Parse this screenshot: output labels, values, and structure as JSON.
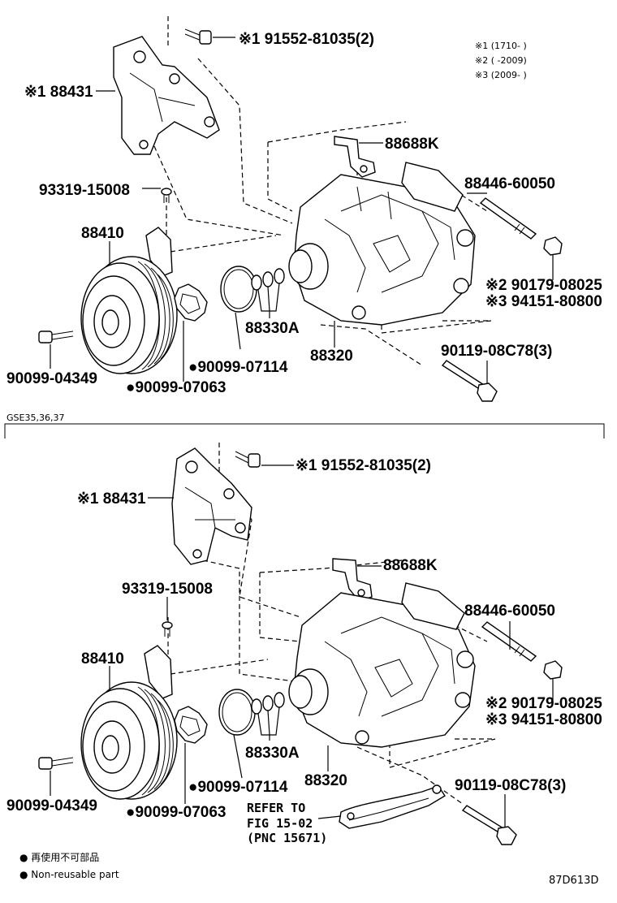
{
  "notes": {
    "note1": "※1 (1710-      )",
    "note2": "※2 (        -2009)",
    "note3": "※3 (2009-       )"
  },
  "variant_label": "GSE35,36,37",
  "top": {
    "bolt_bracket": "※1 91552-81035(2)",
    "bracket": "※1 88431",
    "plate": "88688K",
    "stud": "88446-60050",
    "screw": "93319-15008",
    "clutch": "88410",
    "nut2": "※2 90179-08025",
    "nut3": "※3 94151-80800",
    "washers": "88330A",
    "compressor": "88320",
    "snap_ring1": "●90099-07114",
    "snap_ring2": "●90099-07063",
    "bolt_main": "90119-08C78(3)",
    "bolt_clutch": "90099-04349"
  },
  "bottom": {
    "bolt_bracket": "※1 91552-81035(2)",
    "bracket": "※1 88431",
    "plate": "88688K",
    "stud": "88446-60050",
    "screw": "93319-15008",
    "clutch": "88410",
    "nut2": "※2 90179-08025",
    "nut3": "※3 94151-80800",
    "washers": "88330A",
    "compressor": "88320",
    "snap_ring1": "●90099-07114",
    "snap_ring2": "●90099-07063",
    "bolt_main": "90119-08C78(3)",
    "bolt_clutch": "90099-04349",
    "refer_line1": "REFER TO",
    "refer_line2": "FIG 15-02",
    "refer_line3": "(PNC 15671)"
  },
  "legend": {
    "line1": "● 再使用不可部品",
    "line2": "● Non-reusable part"
  },
  "figure_code": "87D613D"
}
